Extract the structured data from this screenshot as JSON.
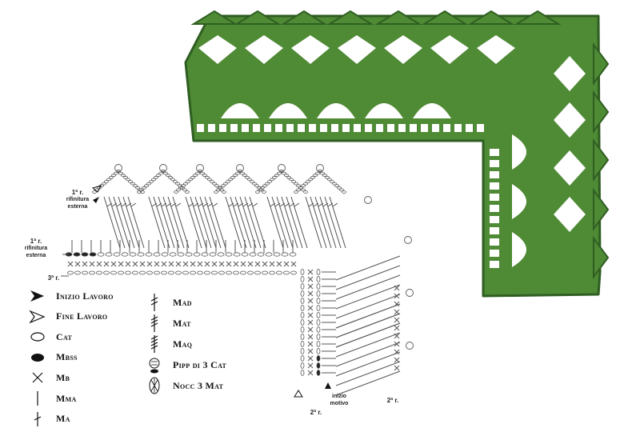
{
  "photo": {
    "yarn_color": "#4f8a35",
    "shade_color": "#2f5e22",
    "hole_color": "#ffffff"
  },
  "diagram": {
    "ink_color": "#555555",
    "labels": {
      "row1_outer_top": "1ª r.",
      "row1_outer_top_sub1": "rifinitura",
      "row1_outer_top_sub2": "esterna",
      "row1_outer_left": "1ª r.",
      "row1_outer_left_sub1": "rifinitura",
      "row1_outer_left_sub2": "esterna",
      "row3": "3ª r.",
      "row2_left": "2ª r.",
      "start_motif_1": "inizio",
      "start_motif_2": "motivo",
      "row2_right": "2ª r."
    }
  },
  "legend": {
    "items": [
      {
        "icon": "filled-arrow-icon",
        "text": "Inizio Lavoro"
      },
      {
        "icon": "hollow-arrow-icon",
        "text": "Fine Lavoro"
      },
      {
        "icon": "oval-icon",
        "text": "Cat"
      },
      {
        "icon": "filled-oval-icon",
        "text": "Mbss"
      },
      {
        "icon": "x-mark-icon",
        "text": "Mb"
      },
      {
        "icon": "vertical-line-icon",
        "text": "Mma"
      },
      {
        "icon": "single-crossbar-stitch-icon",
        "text": "Ma"
      },
      {
        "icon": "double-crossbar-stitch-icon",
        "text": "Mad"
      },
      {
        "icon": "triple-crossbar-stitch-icon",
        "text": "Mat"
      },
      {
        "icon": "quadruple-crossbar-stitch-icon",
        "text": "Maq"
      },
      {
        "icon": "picot-icon",
        "text": "Pipp di 3 Cat"
      },
      {
        "icon": "bobble-icon",
        "text": "Nocc 3 Mat"
      }
    ]
  }
}
